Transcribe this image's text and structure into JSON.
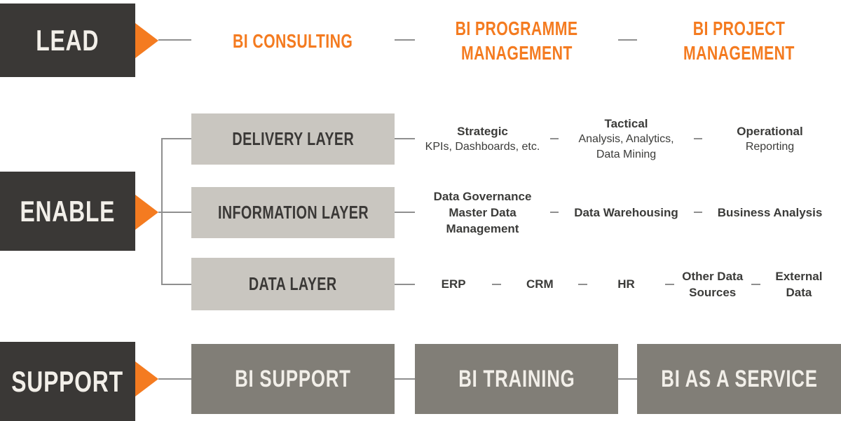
{
  "palette": {
    "orange": "#f47b20",
    "dark_box": "#3a3836",
    "light_gray_box": "#c9c6c0",
    "mid_gray_box": "#817e77",
    "connector_gray": "#8f8f8f",
    "cream_text": "#f2efe9",
    "body_text": "#3b3b39"
  },
  "lead": {
    "label": "LEAD",
    "items": [
      {
        "lines": [
          "BI CONSULTING"
        ]
      },
      {
        "lines": [
          "BI PROGRAMME",
          "MANAGEMENT"
        ]
      },
      {
        "lines": [
          "BI PROJECT",
          "MANAGEMENT"
        ]
      }
    ]
  },
  "enable": {
    "label": "ENABLE",
    "layers": [
      {
        "name": "DELIVERY LAYER",
        "items": [
          {
            "title": "Strategic",
            "sub": [
              "KPIs, Dashboards, etc."
            ]
          },
          {
            "title": "Tactical",
            "sub": [
              "Analysis, Analytics,",
              "Data Mining"
            ]
          },
          {
            "title": "Operational",
            "sub": [
              "Reporting"
            ]
          }
        ]
      },
      {
        "name": "INFORMATION LAYER",
        "items": [
          {
            "lines": [
              "Data Governance",
              "Master Data",
              "Management"
            ]
          },
          {
            "lines": [
              "Data Warehousing"
            ]
          },
          {
            "lines": [
              "Business Analysis"
            ]
          }
        ]
      },
      {
        "name": "DATA LAYER",
        "items": [
          {
            "lines": [
              "ERP"
            ]
          },
          {
            "lines": [
              "CRM"
            ]
          },
          {
            "lines": [
              "HR"
            ]
          },
          {
            "lines": [
              "Other Data",
              "Sources"
            ]
          },
          {
            "lines": [
              "External",
              "Data"
            ]
          }
        ]
      }
    ]
  },
  "support": {
    "label": "SUPPORT",
    "items": [
      {
        "lines": [
          "BI SUPPORT"
        ]
      },
      {
        "lines": [
          "BI TRAINING"
        ]
      },
      {
        "lines": [
          "BI AS A SERVICE"
        ]
      }
    ]
  }
}
